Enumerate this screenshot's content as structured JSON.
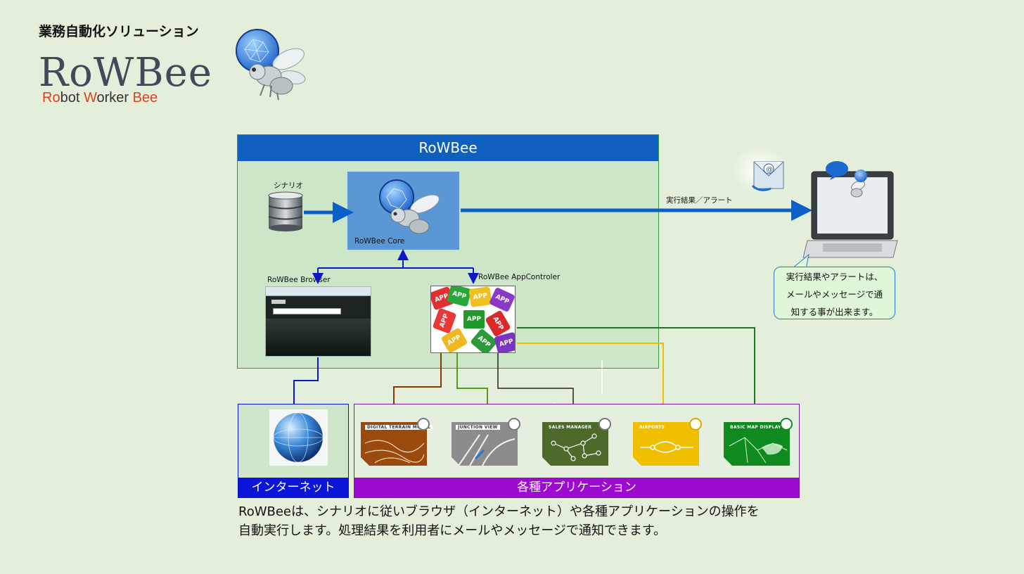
{
  "header": {
    "tagline": "業務自動化ソリューション",
    "brand": "RoWBee",
    "subtitle_parts": [
      "Ro",
      "bot ",
      "W",
      "orker ",
      "Bee"
    ]
  },
  "main": {
    "title": "RoWBee",
    "scenario_label": "シナリオ",
    "core_label": "RoWBee Core",
    "browser_label": "RoWBee Browser",
    "appcontroller_label": "RoWBee AppControler",
    "apps_tile_text": "APP"
  },
  "output": {
    "result_label": "実行結果／アラート",
    "note_lines": [
      "実行結果やアラートは、",
      "メールやメッセージで通",
      "知する事が出来ます。"
    ]
  },
  "internet": {
    "label": "インターネット"
  },
  "applications": {
    "label": "各種アプリケーション",
    "tiles": [
      {
        "label": "DIGITAL TERRAIN MODEL",
        "color": "#9a4a0c",
        "line": "#8a3a00"
      },
      {
        "label": "JUNCTION VIEW",
        "color": "#8c8c8c",
        "line": "#5a9a1a"
      },
      {
        "label": "SALES MANAGER",
        "color": "#4d6a2b",
        "line": "#222222"
      },
      {
        "label": "AIRPORTS",
        "color": "#f0c000",
        "line": "#f0c000"
      },
      {
        "label": "BASIC MAP DISPLAY",
        "color": "#0f8a1f",
        "line": "#1a7a1a"
      }
    ]
  },
  "description": {
    "line1": "RoWBeeは、シナリオに従いブラウザ（インターネット）や各種アプリケーションの操作を",
    "line2": "自動実行します。処理結果を利用者にメールやメッセージで通知できます。"
  },
  "colors": {
    "background": "#e3efda",
    "main_header": "#0f5fc0",
    "internet_header": "#0b16d8",
    "apps_header": "#9d0bd0",
    "arrow": "#0a5fc8"
  }
}
